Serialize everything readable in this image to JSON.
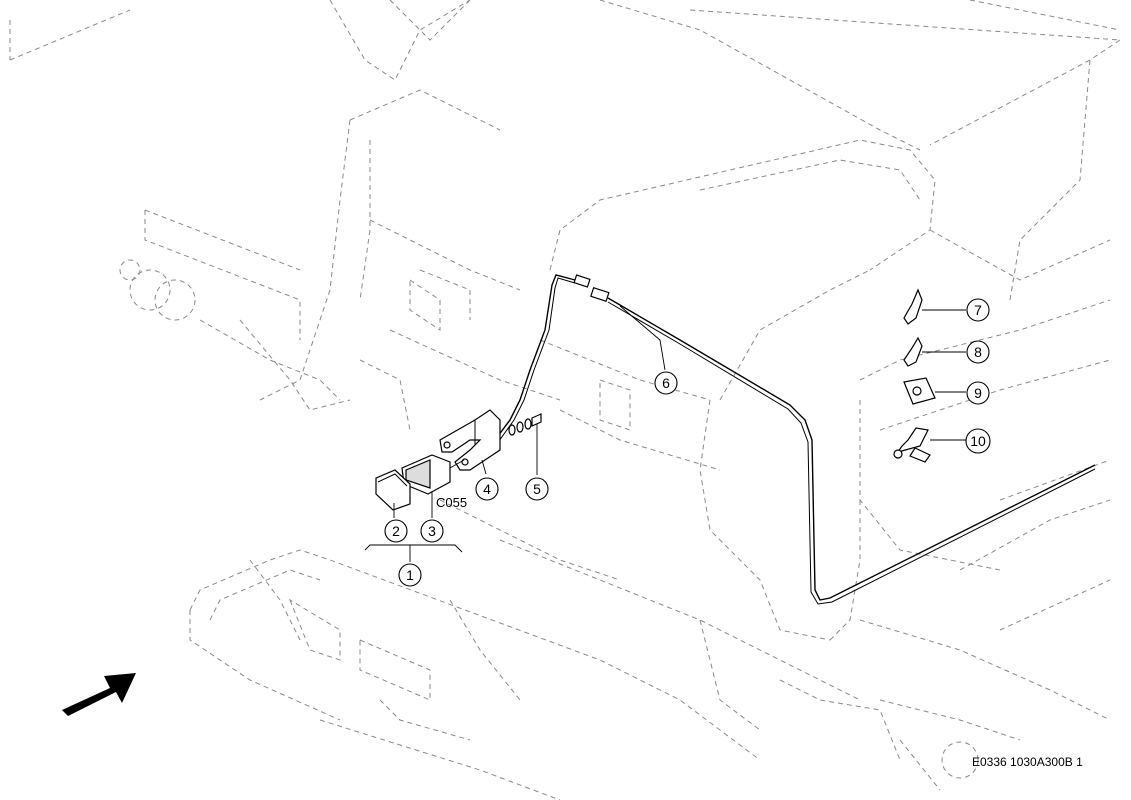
{
  "callouts": [
    {
      "id": "c1",
      "text": "1"
    },
    {
      "id": "c2",
      "text": "2"
    },
    {
      "id": "c3",
      "text": "3"
    },
    {
      "id": "c4",
      "text": "4"
    },
    {
      "id": "c5",
      "text": "5"
    },
    {
      "id": "c6",
      "text": "6"
    },
    {
      "id": "c7",
      "text": "7"
    },
    {
      "id": "c8",
      "text": "8"
    },
    {
      "id": "c9",
      "text": "9"
    },
    {
      "id": "c10",
      "text": "10"
    }
  ],
  "connector_label": "C055",
  "figure_code": "E0336 1030A300B 1",
  "icons": [
    "direction-arrow-icon"
  ]
}
